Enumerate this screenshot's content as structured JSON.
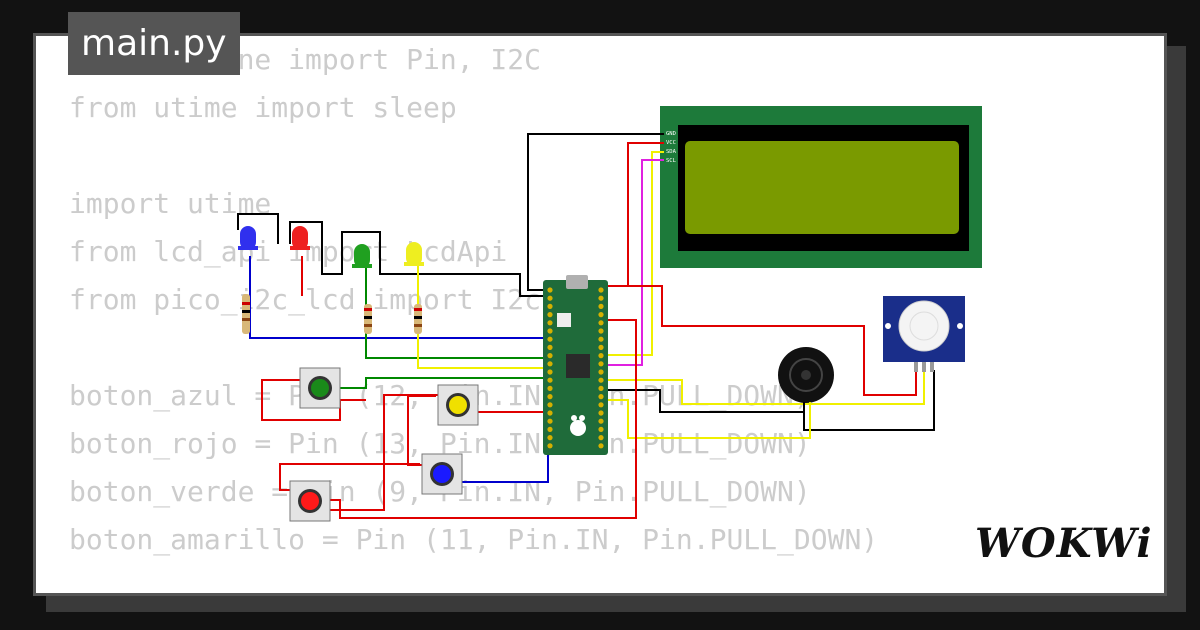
{
  "editor": {
    "filename": "main.py",
    "code_lines": [
      "from machine import Pin, I2C",
      "from utime import sleep",
      "",
      "import utime",
      "from lcd_api import LcdApi",
      "from pico_i2c_lcd import I2cLcd",
      "",
      "boton_azul = Pin (12, Pin.IN, Pin.PULL_DOWN)",
      "boton_rojo = Pin (13, Pin.IN, Pin.PULL_DOWN)",
      "boton_verde = Pin (9, Pin.IN, Pin.PULL_DOWN)",
      "boton_amarillo = Pin (11, Pin.IN, Pin.PULL_DOWN)"
    ]
  },
  "brand": {
    "logo_text": "WOKWi"
  },
  "circuit": {
    "lcd_pins": [
      "GND",
      "VCC",
      "SDA",
      "SCL"
    ],
    "led_colors": [
      "#3030ee",
      "#ee2020",
      "#20a020",
      "#eeee20"
    ],
    "button_colors": [
      "#1a8a1a",
      "#f0e000",
      "#1a1aff",
      "#ff1a1a"
    ],
    "wire_colors": {
      "power": "#e00000",
      "ground": "#000000",
      "sda": "#f0f000",
      "scl": "#e020e0",
      "blue": "#0000cc",
      "green": "#008800"
    },
    "lcd_screen_color": "#7a9a00",
    "board_color": "#1f6b3a"
  }
}
